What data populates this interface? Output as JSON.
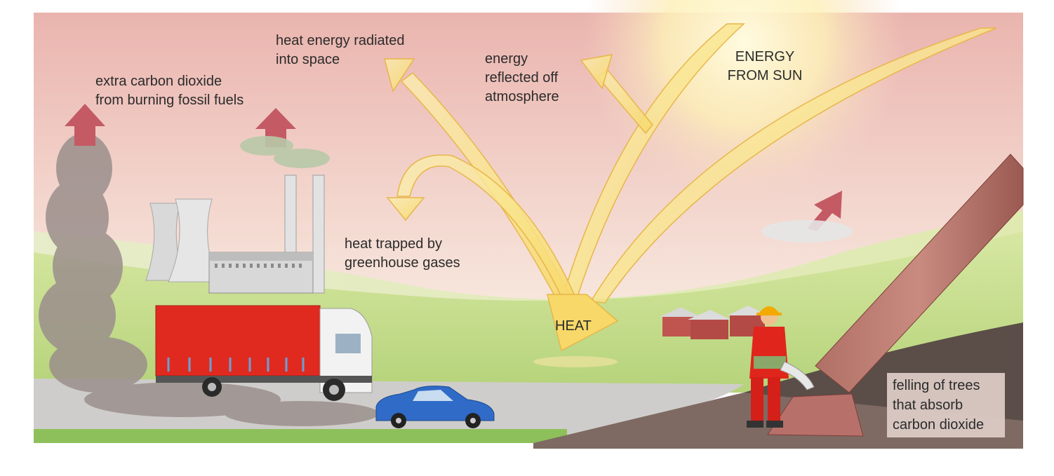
{
  "labels": {
    "carbon": "extra carbon dioxide\nfrom burning fossil fuels",
    "radiated": "heat energy radiated\ninto space",
    "reflected": "energy\nreflected off\natmosphere",
    "sun": "ENERGY\nFROM SUN",
    "trapped": "heat trapped by\ngreenhouse gases",
    "heat": "HEAT",
    "felling": "felling of trees\nthat absorb\ncarbon dioxide"
  },
  "colors": {
    "sky_top": "#eab9b2",
    "sky_bottom": "#f3ddd4",
    "sun_glow": "#fff6b8",
    "beam": "#f7e07a",
    "beam_edge": "#e8b64a",
    "grass": "#c4dd8a",
    "road": "#cfcdcb",
    "truck_red": "#e02a20",
    "car_blue": "#2f6bc7",
    "emission_arrow": "#c45a64"
  }
}
